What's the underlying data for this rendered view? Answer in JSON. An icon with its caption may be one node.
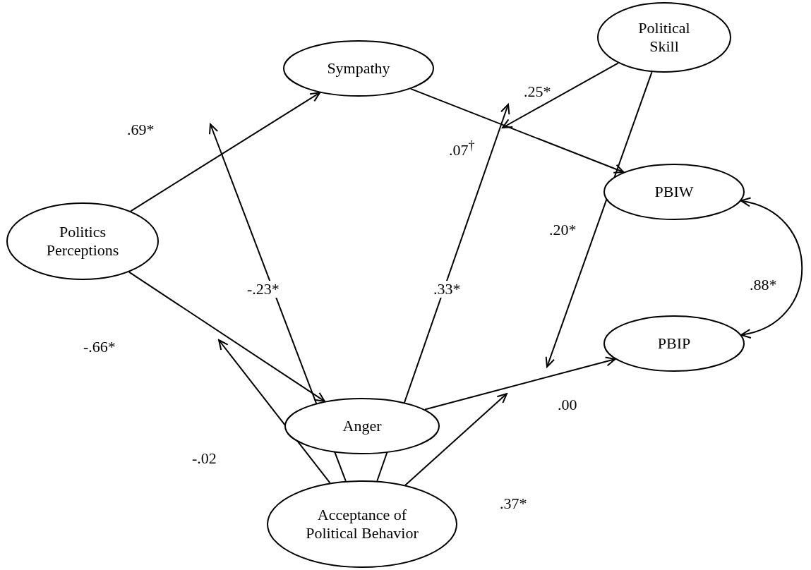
{
  "diagram": {
    "nodes": [
      {
        "text": [
          "Political Skill"
        ]
      },
      {
        "text": [
          "Sympathy"
        ]
      },
      {
        "text": [
          "PBIW"
        ]
      },
      {
        "text": [
          "Politics Perceptions"
        ]
      },
      {
        "text": [
          "PBIP"
        ]
      },
      {
        "text": [
          "Anger"
        ]
      },
      {
        "text": [
          "Acceptance of Political Behavior"
        ]
      }
    ],
    "edges": [
      {
        "from": 3,
        "to": 1,
        "arrow": "to",
        "label": ".69*"
      },
      {
        "from": 3,
        "to": 5,
        "arrow": "to",
        "label": "-.66*"
      },
      {
        "from": 1,
        "to": 2,
        "arrow": "to",
        "label": ".07$^{†}$"
      },
      {
        "from": 5,
        "to": 4,
        "arrow": "to",
        "label": ".00"
      },
      {
        "from": 2,
        "to": 4,
        "arrow": "both",
        "label": ".88*"
      },
      {
        "from": 0,
        "to": null,
        "arrow": "to",
        "label": ".25*"
      },
      {
        "from": 0,
        "to": null,
        "arrow": "to",
        "label": ".20*"
      },
      {
        "from": 6,
        "to": null,
        "arrow": "to",
        "label": "-.23*"
      },
      {
        "from": 6,
        "to": null,
        "arrow": "to",
        "label": "-.02"
      },
      {
        "from": 6,
        "to": null,
        "arrow": "to",
        "label": ".33*"
      },
      {
        "from": 6,
        "to": null,
        "arrow": "to",
        "label": ".37*"
      }
    ]
  }
}
